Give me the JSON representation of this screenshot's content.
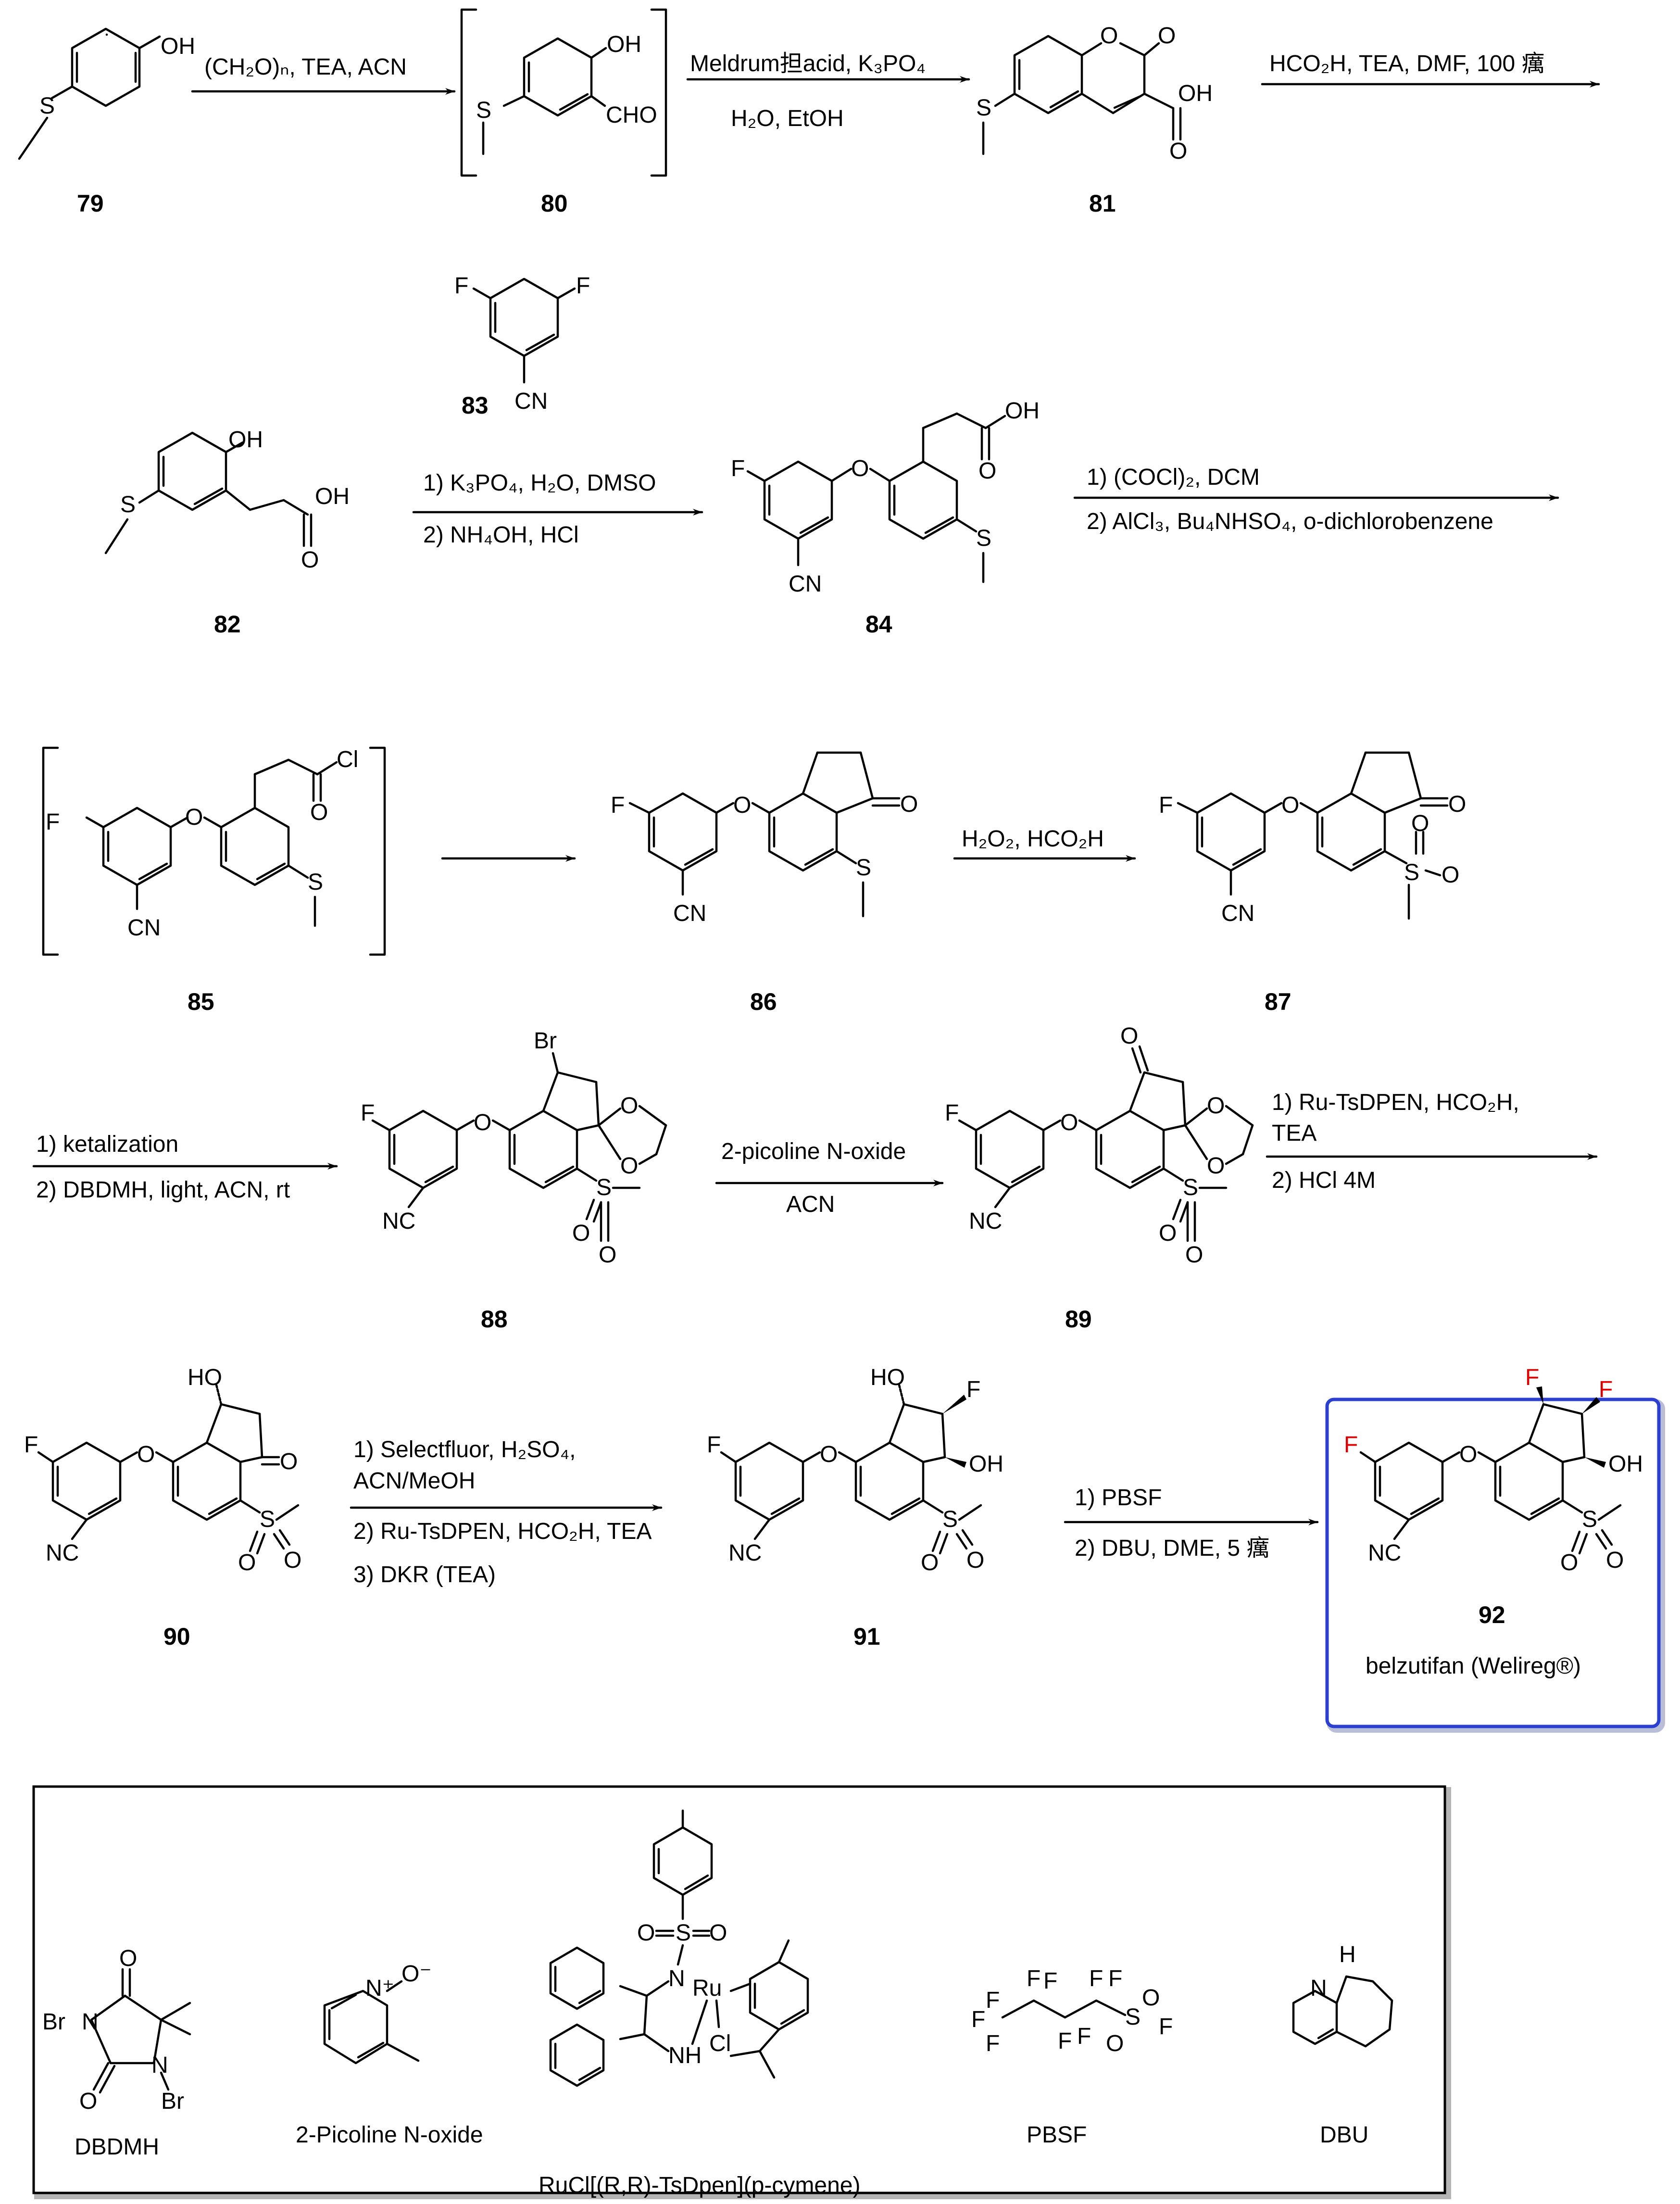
{
  "compounds": {
    "c79": {
      "num": "79"
    },
    "c80": {
      "num": "80"
    },
    "c81": {
      "num": "81"
    },
    "c82": {
      "num": "82"
    },
    "c83": {
      "num": "83"
    },
    "c84": {
      "num": "84"
    },
    "c85": {
      "num": "85"
    },
    "c86": {
      "num": "86"
    },
    "c87": {
      "num": "87"
    },
    "c88": {
      "num": "88"
    },
    "c89": {
      "num": "89"
    },
    "c90": {
      "num": "90"
    },
    "c91": {
      "num": "91"
    },
    "c92": {
      "num": "92",
      "name": "belzutifan (Welireg®)"
    }
  },
  "steps": {
    "s1": {
      "line1": "(CH₂O)ₙ, TEA, ACN"
    },
    "s2": {
      "line1": "Meldrum担acid, K₃PO₄",
      "line2": "H₂O, EtOH"
    },
    "s3": {
      "line1": "HCO₂H, TEA, DMF, 100 癘"
    },
    "s4": {
      "line1": "1) K₃PO₄, H₂O, DMSO",
      "line2": "2) NH₄OH, HCl"
    },
    "s5": {
      "line1": "1) (COCl)₂, DCM",
      "line2": "2) AlCl₃, Bu₄NHSO₄, o-dichlorobenzene"
    },
    "s7": {
      "line1": "H₂O₂, HCO₂H"
    },
    "s8": {
      "line1": "1) ketalization",
      "line2": "2) DBDMH, light, ACN, rt"
    },
    "s9": {
      "line1": "2-picoline N-oxide",
      "line2": "ACN"
    },
    "s10": {
      "line1": "1) Ru-TsDPEN,  HCO₂H,",
      "line2": "TEA",
      "line3": "2) HCl 4M"
    },
    "s11": {
      "line1": "1) Selectfluor, H₂SO₄,",
      "line2": "ACN/MeOH",
      "line3": "2) Ru-TsDPEN,  HCO₂H, TEA",
      "line4": "3) DKR (TEA)"
    },
    "s12": {
      "line1": "1) PBSF",
      "line2": "2) DBU, DME, 5 癘"
    }
  },
  "atoms": {
    "OH": "OH",
    "HO": "HO",
    "S": "S",
    "O": "O",
    "CHO": "CHO",
    "F": "F",
    "CN": "CN",
    "NC": "NC",
    "Cl": "Cl",
    "Br": "Br",
    "N": "N",
    "NH": "NH",
    "H": "H",
    "Ru": "Ru",
    "Nplus": "N⁺",
    "Ominus": "O⁻"
  },
  "reagents": {
    "dbdmh": "DBDMH",
    "picoline": "2-Picoline N-oxide",
    "ru": "RuCl[(R,R)-TsDpen](p-cymene)",
    "pbsf": "PBSF",
    "dbu": "DBU"
  },
  "colors": {
    "highlight_border": "#2b3fd0",
    "fluorine_red": "#e00000"
  }
}
